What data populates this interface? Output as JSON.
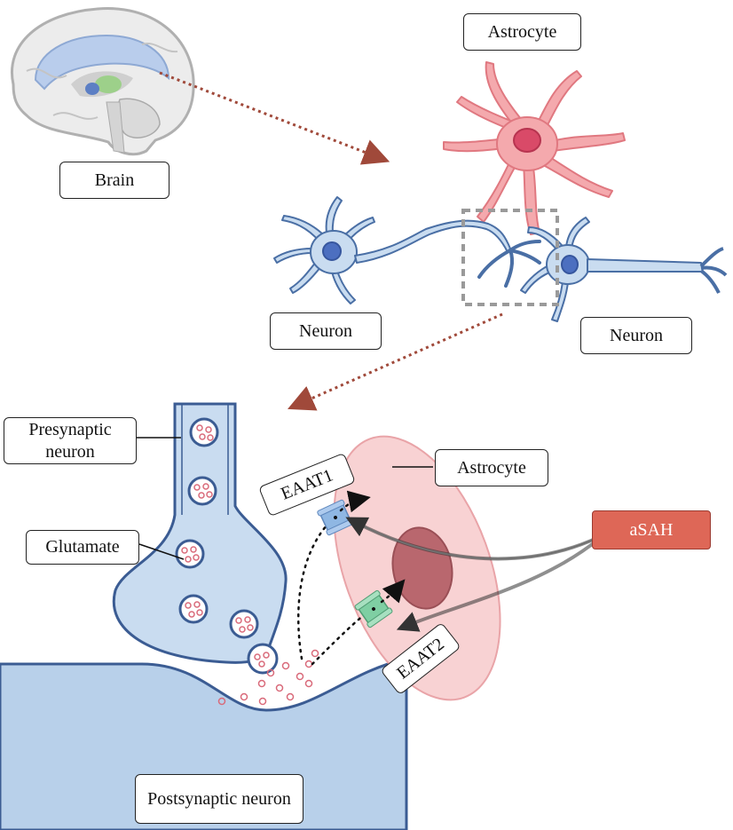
{
  "labels": {
    "brain": "Brain",
    "astrocyte_top": "Astrocyte",
    "neuron_left": "Neuron",
    "neuron_right": "Neuron",
    "presynaptic_line1": "Presynaptic",
    "presynaptic_line2": "neuron",
    "glutamate": "Glutamate",
    "eaat1": "EAAT1",
    "eaat2": "EAAT2",
    "astrocyte_bottom": "Astrocyte",
    "asah": "aSAH",
    "postsynaptic": "Postsynaptic neuron"
  },
  "colors": {
    "neuron_fill": "#c9dcf0",
    "neuron_stroke": "#4a6fa5",
    "astrocyte_fill": "#f4a9ad",
    "astrocyte_stroke": "#e07880",
    "glutamate": "#d96a7a",
    "arrow_dotted": "#a0493a",
    "asah_fill": "#de6757",
    "eaat1": "#8fb7e3",
    "eaat2": "#7fcfa3"
  }
}
